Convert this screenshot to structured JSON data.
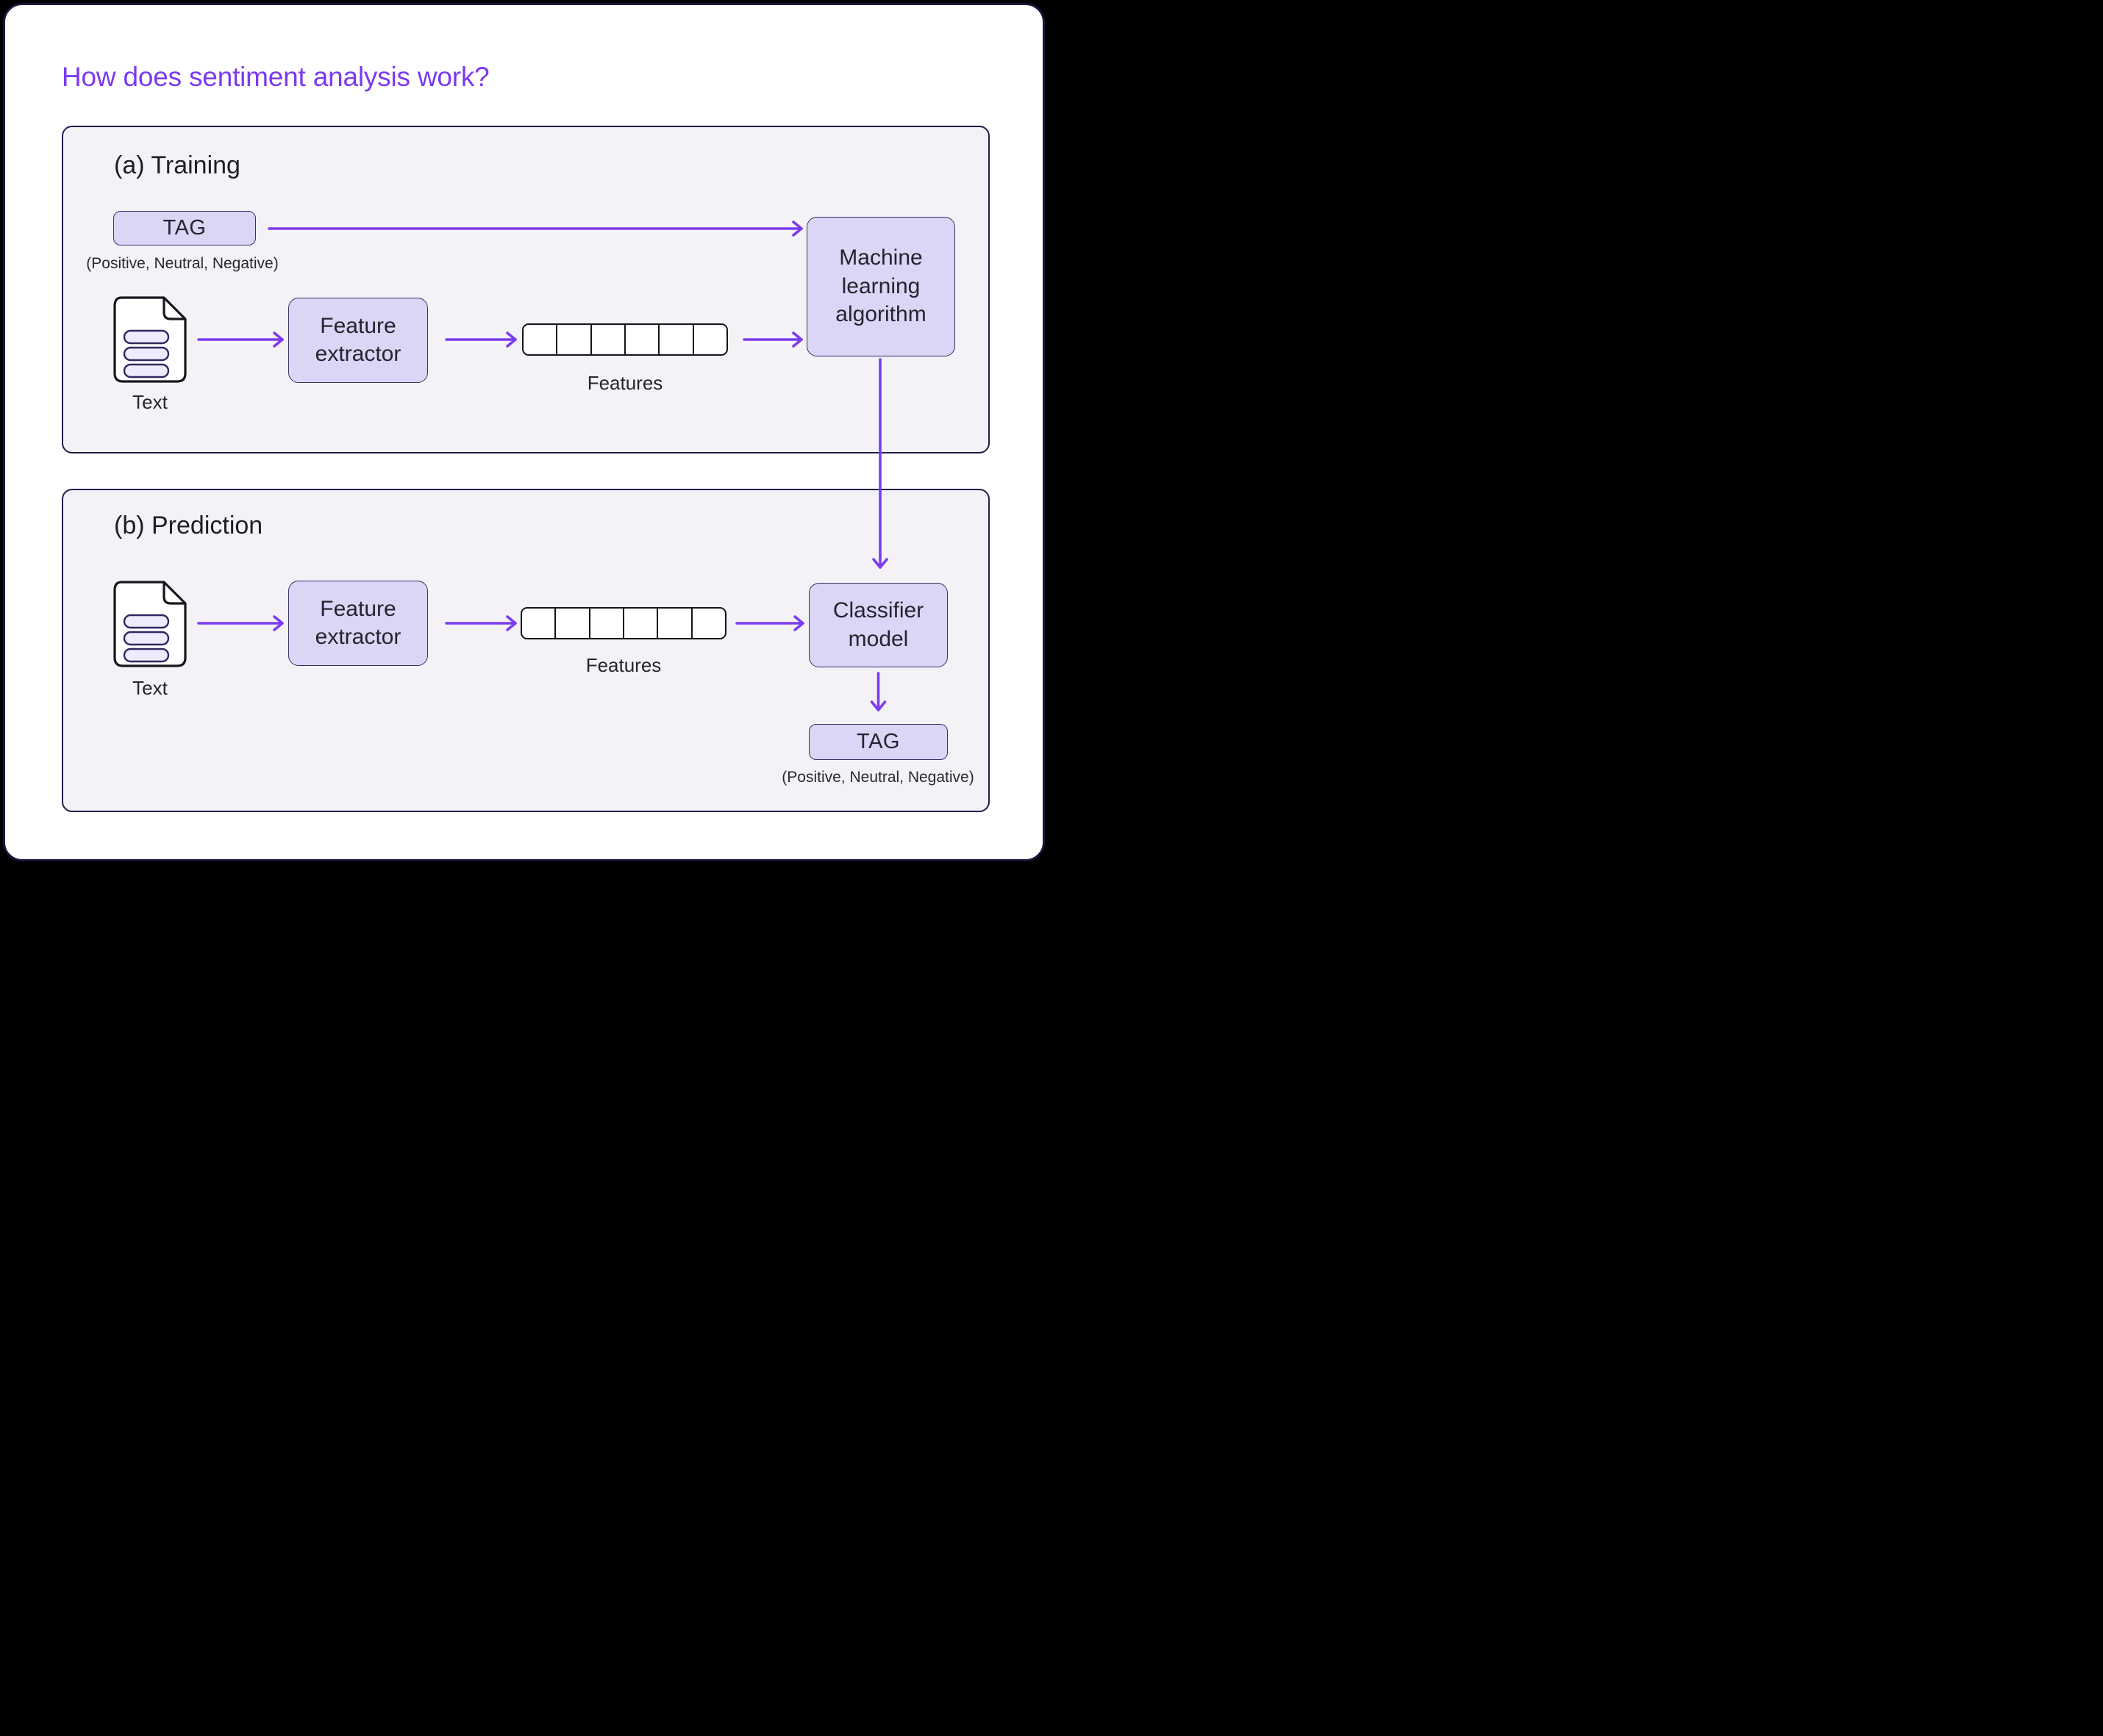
{
  "title": "How does sentiment analysis work?",
  "colors": {
    "accent_purple": "#7b3aef",
    "arrow_purple": "#7c3bf2",
    "panel_border": "#241c4a",
    "panel_fill": "#f4f2f7",
    "node_fill": "#dbd5f6",
    "node_border": "#3a2f63",
    "card_fill": "#ffffff",
    "outer_background": "#000000",
    "text_dark": "#23252e"
  },
  "icons": {
    "document_icon": "text-document"
  },
  "training": {
    "heading": "(a) Training",
    "tag": {
      "label": "TAG",
      "caption": "(Positive, Neutral, Negative)"
    },
    "text_label": "Text",
    "feature_extractor": "Feature extractor",
    "features_label": "Features",
    "features_cells": 6,
    "algorithm": "Machine learning algorithm"
  },
  "prediction": {
    "heading": "(b) Prediction",
    "text_label": "Text",
    "feature_extractor": "Feature extractor",
    "features_label": "Features",
    "features_cells": 6,
    "classifier": "Classifier model",
    "tag": {
      "label": "TAG",
      "caption": "(Positive, Neutral, Negative)"
    }
  }
}
